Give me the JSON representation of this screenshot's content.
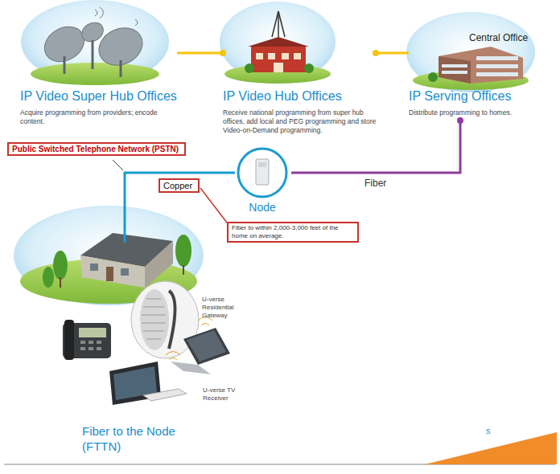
{
  "diagram": {
    "nodes": [
      {
        "text": [
          "IP Video Super Hub Offices",
          "Acquire programming from providers; encode content."
        ]
      },
      {
        "text": [
          "IP Video Hub Offices",
          "Receive national programming from super hub offices, add local and PEG programming and store Video-on-Demand programming."
        ]
      },
      {
        "text": [
          "IP Serving Offices",
          "Distribute programming to homes."
        ]
      },
      {
        "text": [
          "Node"
        ]
      },
      {
        "text": [
          "Public Switched Telephone Network (PSTN)"
        ]
      },
      {
        "text": [
          "Copper"
        ]
      },
      {
        "text": [
          "Fiber to within 2,000-3,000 feet of the home on average."
        ]
      }
    ],
    "edges": [
      {
        "from": 0,
        "to": 1,
        "arrow": "none"
      },
      {
        "from": 1,
        "to": 2,
        "arrow": "none"
      },
      {
        "from": 2,
        "to": 3,
        "label": "Fiber",
        "arrow": "none"
      }
    ],
    "labels": [
      "Central Office",
      "U-verse Residential Gateway",
      "U-verse TV Receiver",
      "Fiber to the Node (FTTN)",
      "s"
    ]
  }
}
